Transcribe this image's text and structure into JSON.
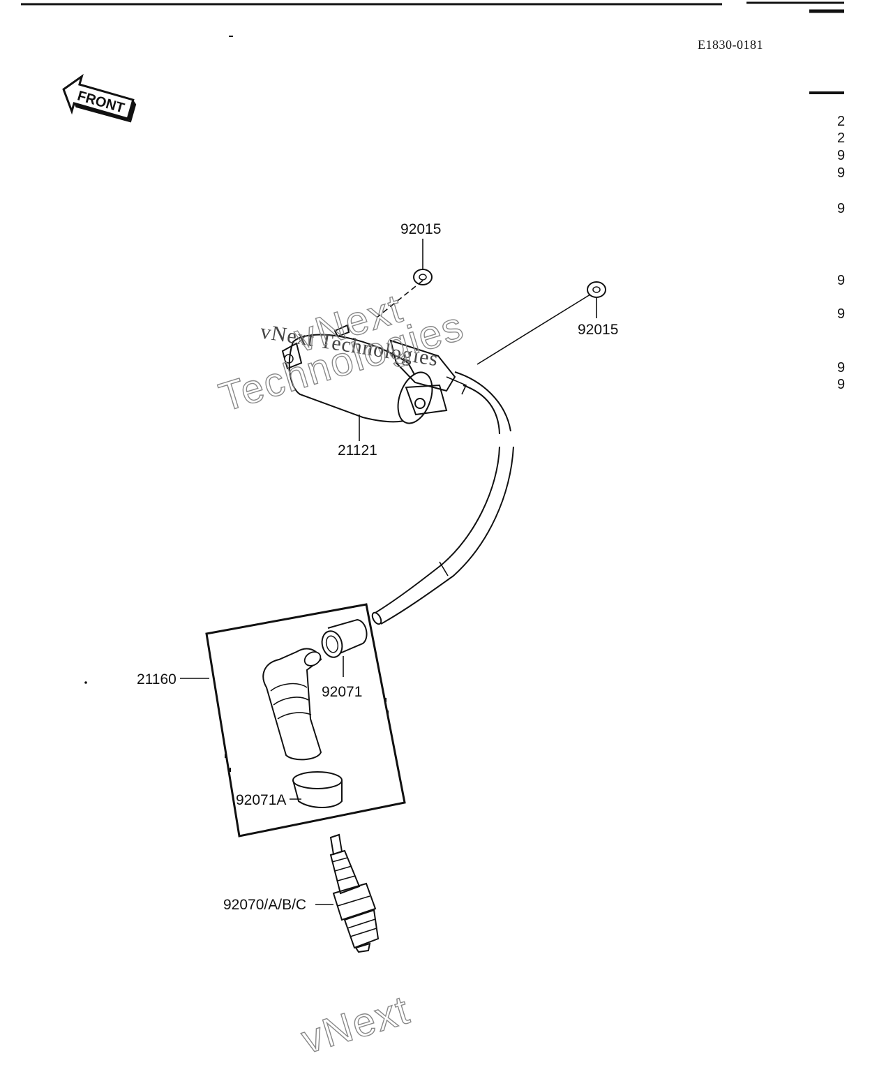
{
  "document_code": "E1830-0181",
  "front_label": "FRONT",
  "watermark": {
    "line1": "vNext Technologies",
    "outline_top": "vNext",
    "outline_bottom": "Technologies"
  },
  "parts": {
    "nut_left": "92015",
    "nut_right": "92015",
    "ignition_coil": "21121",
    "spark_plug_cap_assy": "21160",
    "cap_seal": "92071",
    "cap_seal_a": "92071A",
    "spark_plug": "92070/A/B/C"
  },
  "side_index_fragments": [
    "2",
    "2",
    "9",
    "9",
    "9",
    "9",
    "9",
    "9",
    "9"
  ]
}
